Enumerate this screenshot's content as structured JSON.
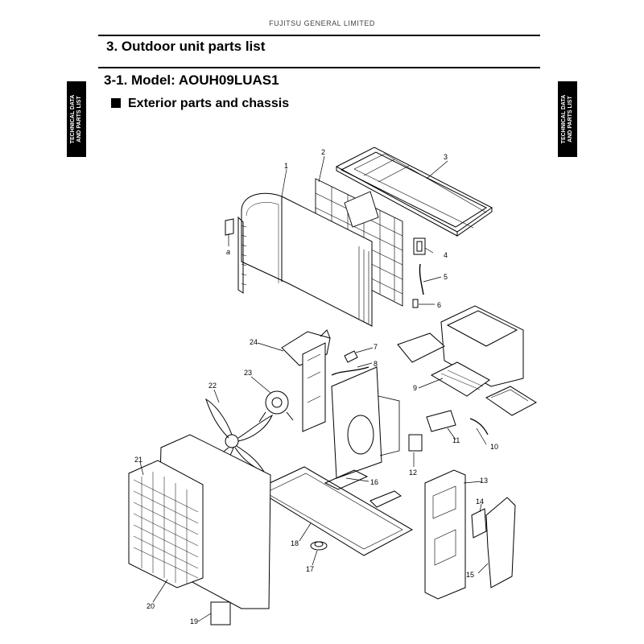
{
  "header": {
    "brand": "FUJITSU GENERAL LIMITED"
  },
  "page": {
    "section_title": "3. Outdoor unit parts list",
    "model_title": "3-1. Model: AOUH09LUAS1",
    "subsection_title": "Exterior parts and chassis"
  },
  "side_tab": {
    "text": "TECHNICAL DATA\nAND PARTS LIST"
  },
  "diagram": {
    "callouts": [
      "1",
      "2",
      "3",
      "4",
      "5",
      "6",
      "7",
      "8",
      "9",
      "10",
      "11",
      "12",
      "13",
      "14",
      "15",
      "16",
      "17",
      "18",
      "19",
      "20",
      "21",
      "22",
      "23",
      "24",
      "a"
    ]
  }
}
